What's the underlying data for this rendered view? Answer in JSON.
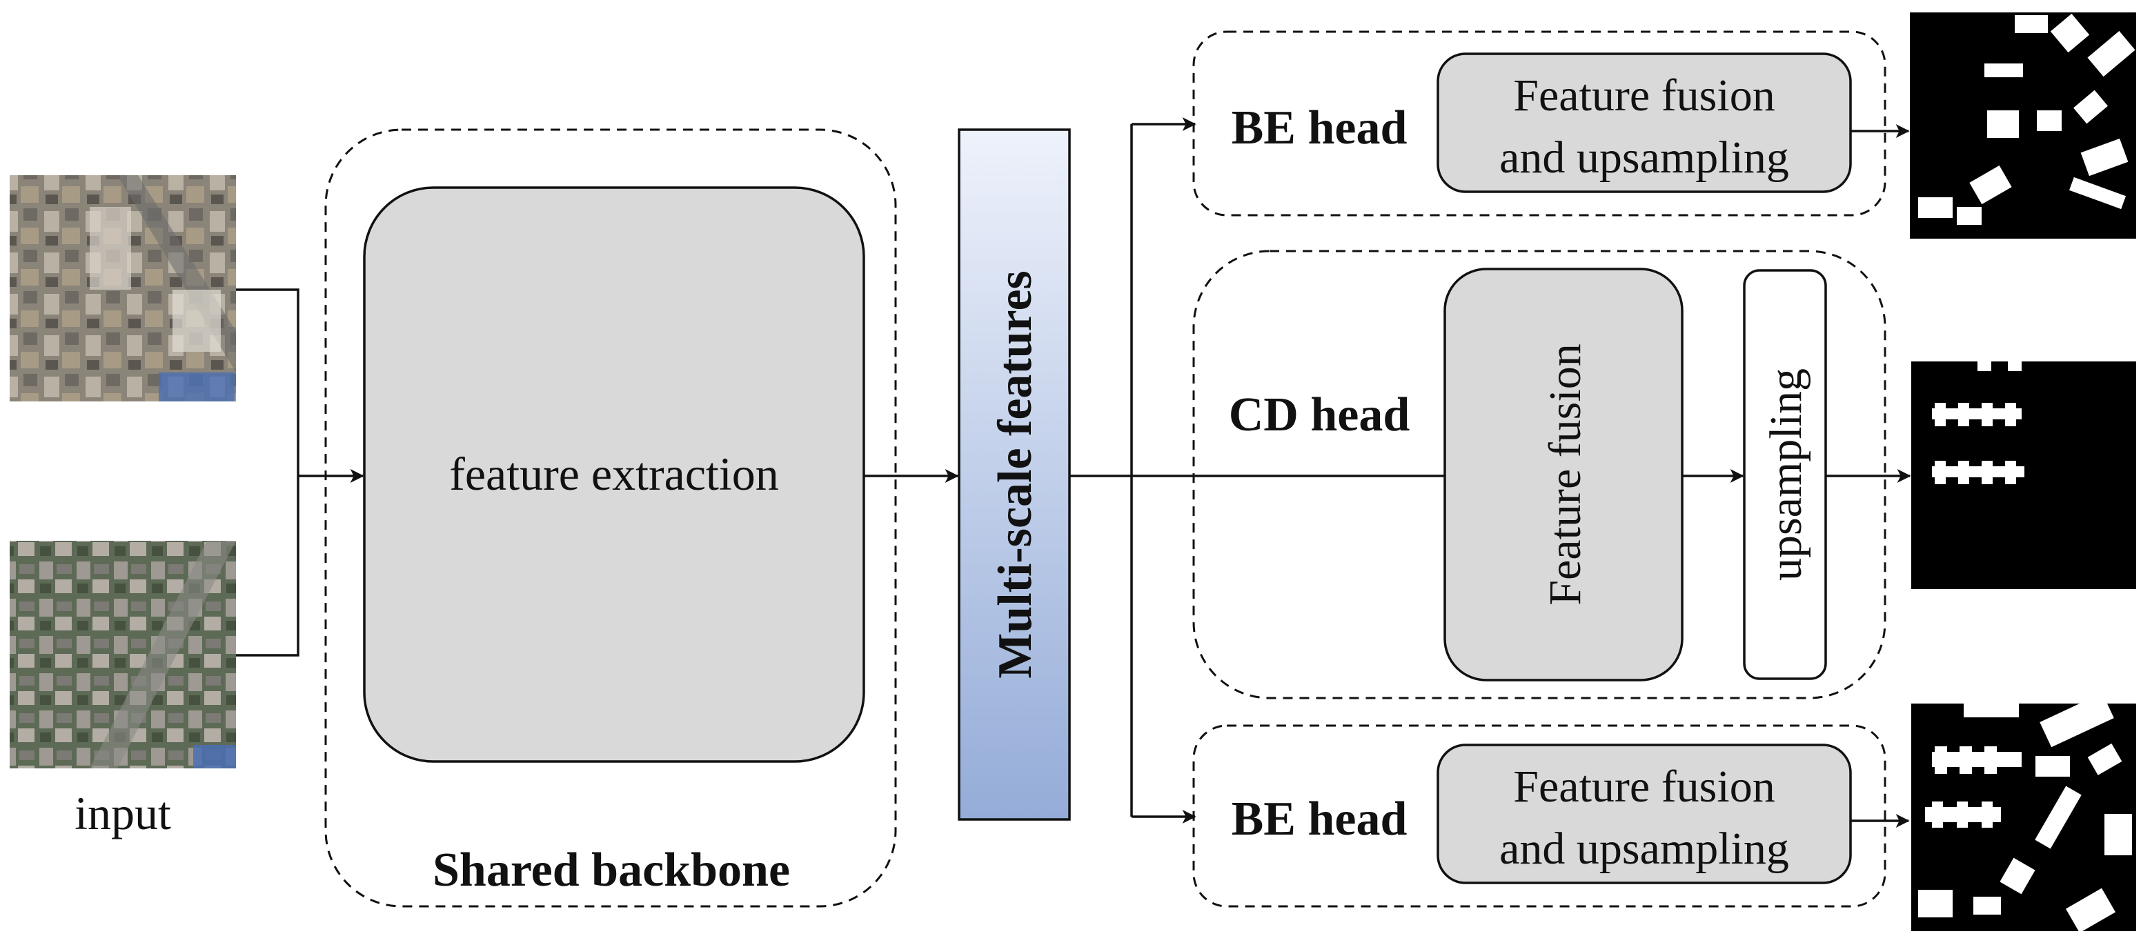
{
  "input": {
    "label": "input"
  },
  "backbone": {
    "label": "Shared backbone",
    "inner_label": "feature extraction"
  },
  "features": {
    "label": "Multi-scale features",
    "gradient_top": "#eef2fb",
    "gradient_bottom": "#94acd8"
  },
  "heads": {
    "be_top": {
      "label": "BE head",
      "box_line1": "Feature fusion",
      "box_line2": "and upsampling"
    },
    "cd": {
      "label": "CD head",
      "fusion_label": "Feature fusion",
      "upsampling_label": "upsampling"
    },
    "be_bottom": {
      "label": "BE head",
      "box_line1": "Feature fusion",
      "box_line2": "and upsampling"
    }
  },
  "colors": {
    "box_fill": "#d9d9d9",
    "stroke": "#111111",
    "mask_bg": "#000000",
    "mask_fg": "#ffffff"
  }
}
